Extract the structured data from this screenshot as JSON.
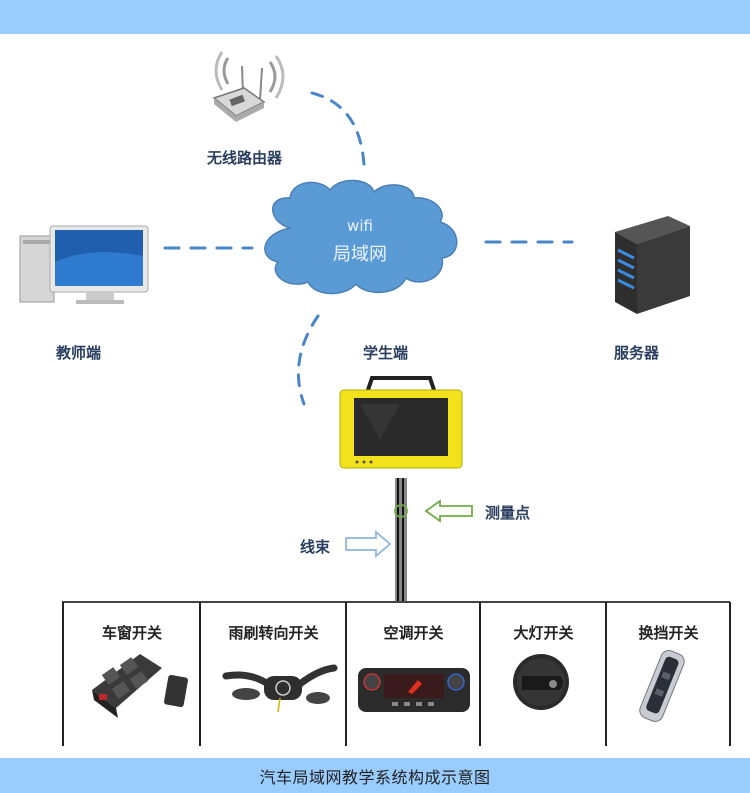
{
  "diagram": {
    "title_caption": "汽车局域网教学系统构成示意图",
    "network": {
      "cloud_line1": "wifi",
      "cloud_line2": "局域网"
    },
    "nodes": {
      "router": "无线路由器",
      "teacher": "教师端",
      "server": "服务器",
      "student": "学生端"
    },
    "annotations": {
      "measure_point": "测量点",
      "harness": "线束"
    },
    "switches": [
      {
        "label": "车窗开关",
        "icon": "window-switch-icon"
      },
      {
        "label": "雨刷转向开关",
        "icon": "wiper-turn-switch-icon"
      },
      {
        "label": "空调开关",
        "icon": "ac-control-panel-icon"
      },
      {
        "label": "大灯开关",
        "icon": "headlight-knob-icon"
      },
      {
        "label": "换挡开关",
        "icon": "gear-shift-switch-icon"
      }
    ],
    "colors": {
      "band": "#99ccff",
      "cloud": "#5b9bd5",
      "dash": "#4a86c5",
      "device_yellow": "#f2e21c",
      "measure_green": "#70ad47",
      "harness_arrow": "#8fb4de"
    }
  }
}
